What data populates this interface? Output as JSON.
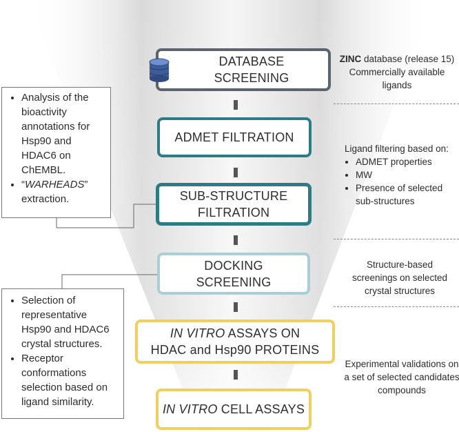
{
  "steps": {
    "database": [
      "DATABASE",
      "SCREENING"
    ],
    "admet": "ADMET FILTRATION",
    "substructure": [
      "SUB-STRUCTURE",
      "FILTRATION"
    ],
    "docking": [
      "DOCKING",
      "SCREENING"
    ],
    "in_vitro_assays": {
      "italic": "IN VITRO",
      "line1_rest": " ASSAYS ON",
      "line2": "HDAC and Hsp90 PROTEINS"
    },
    "cell_assays": {
      "italic": "IN VITRO",
      "rest": " CELL ASSAYS"
    }
  },
  "notes": {
    "top": {
      "item1": "Analysis of the bioactivity annotations for Hsp90 and HDAC6 on ChEMBL.",
      "item2_quote_open": "“",
      "item2_italic": "WARHEADS",
      "item2_rest": "” extraction."
    },
    "bottom": {
      "item1": "Selection of representative Hsp90 and HDAC6 crystal structures.",
      "item2": "Receptor conformations selection based on ligand similarity."
    }
  },
  "side": {
    "zinc_bold": "ZINC",
    "zinc_rest": " database (release 15)",
    "zinc_line2": "Commercially available",
    "zinc_line3": "ligands",
    "filter_title": "Ligand filtering based on:",
    "filter_items": [
      "ADMET properties",
      "MW",
      "Presence of selected sub-structures"
    ],
    "structure_based": "Structure-based screenings on selected crystal structures",
    "experimental": "Experimental validations on a set of selected candidates compounds"
  },
  "colors": {
    "database_border": "#5b636c",
    "admet_border": "#2e7b88",
    "docking_border": "#a9ced4",
    "assay_border": "#f0cf5e",
    "funnel_gray": "#d8d8d8"
  },
  "icons": {
    "database": "database-cylinder-icon"
  }
}
